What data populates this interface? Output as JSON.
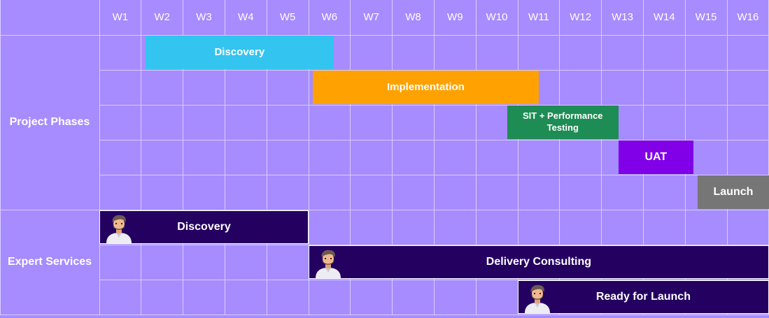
{
  "weeks": [
    "W1",
    "W2",
    "W3",
    "W4",
    "W5",
    "W6",
    "W7",
    "W8",
    "W9",
    "W10",
    "W11",
    "W12",
    "W13",
    "W14",
    "W15",
    "W16"
  ],
  "sections": [
    {
      "label": "Project Phases",
      "rows": 5
    },
    {
      "label": "Expert Services",
      "rows": 3
    }
  ],
  "colors": {
    "background": "#a68cff",
    "grid": "#d9cdff",
    "expert_bar": "#240061",
    "text": "#ffffff"
  },
  "tasks": [
    {
      "label": "Discovery",
      "row": 0,
      "start_week": 2.1,
      "end_week": 6.6,
      "color": "#33c4ef",
      "font_size": 15
    },
    {
      "label": "Implementation",
      "row": 1,
      "start_week": 6.1,
      "end_week": 11.5,
      "color": "#ffa100",
      "font_size": 15
    },
    {
      "label": "SIT + Performance Testing",
      "row": 2,
      "start_week": 10.75,
      "end_week": 13.4,
      "color": "#1e8c55",
      "font_size": 13
    },
    {
      "label": "UAT",
      "row": 3,
      "start_week": 13.4,
      "end_week": 15.2,
      "color": "#8200e8",
      "font_size": 16
    },
    {
      "label": "Launch",
      "row": 4,
      "start_week": 15.3,
      "end_week": 17.0,
      "color": "#767676",
      "font_size": 16
    },
    {
      "label": "Discovery",
      "row": 5,
      "start_week": 1.0,
      "end_week": 6.0,
      "color": "#240061",
      "font_size": 16,
      "expert": true,
      "avatar": "consultant-avatar-icon"
    },
    {
      "label": "Delivery Consulting",
      "row": 6,
      "start_week": 6.0,
      "end_week": 17.0,
      "color": "#240061",
      "font_size": 16,
      "expert": true,
      "avatar": "consultant-avatar-icon"
    },
    {
      "label": "Ready for Launch",
      "row": 7,
      "start_week": 11.0,
      "end_week": 17.0,
      "color": "#240061",
      "font_size": 16,
      "expert": true,
      "avatar": "consultant-avatar-icon"
    }
  ]
}
